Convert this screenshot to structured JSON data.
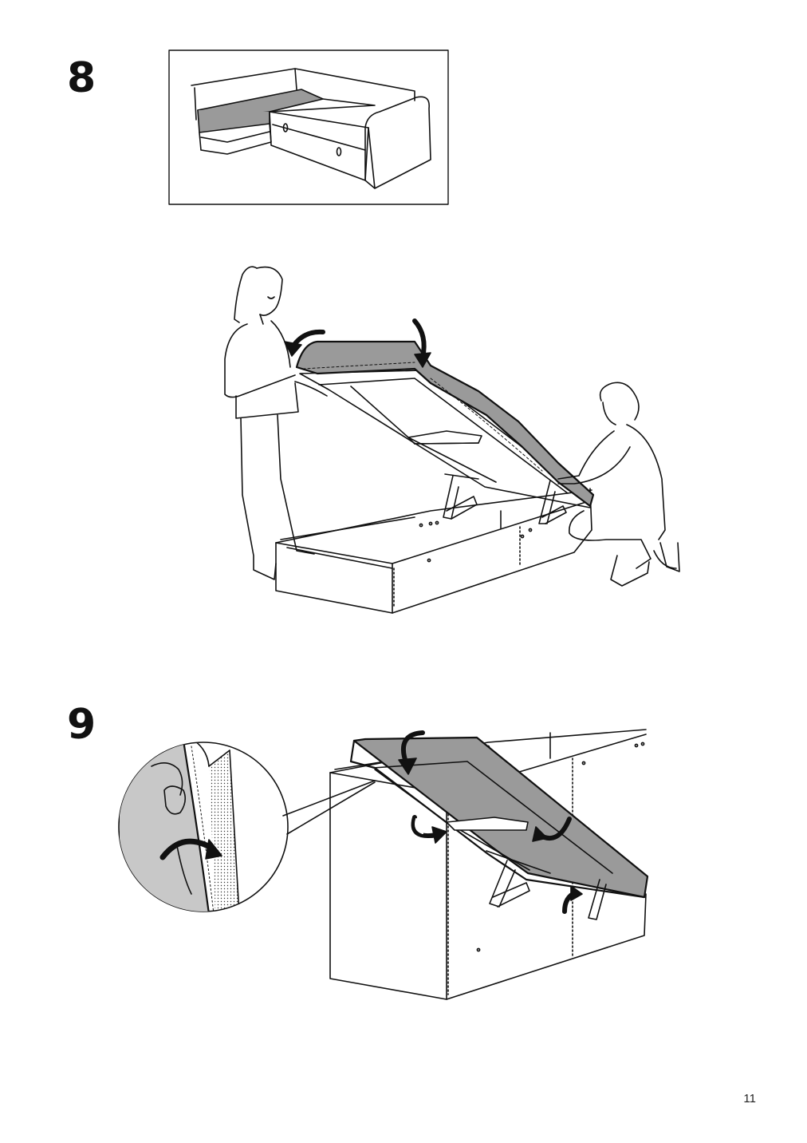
{
  "steps": [
    {
      "number": "8"
    },
    {
      "number": "9"
    }
  ],
  "page": {
    "number": "11"
  },
  "colors": {
    "fabric": "#9a9a9a",
    "fabric_light": "#c8c8c8",
    "ink": "#111111",
    "background": "#ffffff"
  },
  "icons": [
    "arrow-curved-icon"
  ]
}
